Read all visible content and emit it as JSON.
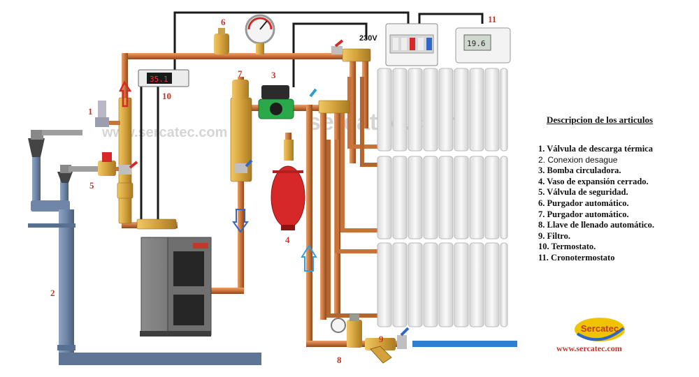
{
  "diagram": {
    "watermark_small": "www.sercatec.com",
    "watermark_big": "sercatec.com",
    "voltage_label": "230V",
    "thermostat_display": "35.1",
    "chrono_display": "19.6",
    "callouts": [
      "1",
      "2",
      "3",
      "4",
      "5",
      "6",
      "7",
      "8",
      "9",
      "10",
      "11"
    ]
  },
  "legend": {
    "title": "Descripcion de los articulos",
    "items": [
      "1. Válvula de descarga térmica",
      "2. Conexion desague",
      "3. Bomba circuladora.",
      "4. Vaso de expansión cerrado.",
      "5. Válvula de seguridad.",
      "6. Purgador automático.",
      "7. Purgador automático.",
      "8. Llave de llenado automático.",
      "9. Filtro.",
      "10. Termostato.",
      "11. Cronotermostato"
    ]
  },
  "brand": {
    "name": "Sercatec",
    "website": "www.sercatec.com"
  },
  "colors": {
    "copper": "#c8733a",
    "drain": "#6f86a8",
    "cold": "#2f7fd0",
    "brass": "#d4a23c",
    "radiator": "#eeeeee",
    "expansion": "#d62828"
  }
}
